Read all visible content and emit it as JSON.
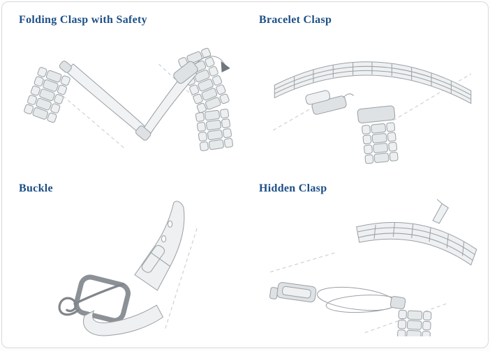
{
  "sections": [
    {
      "id": "folding-clasp-with-safety",
      "label": "Folding Clasp with Safety",
      "illustration": "folding-clasp-sketch"
    },
    {
      "id": "bracelet-clasp",
      "label": "Bracelet Clasp",
      "illustration": "bracelet-clasp-sketch"
    },
    {
      "id": "buckle",
      "label": "Buckle",
      "illustration": "buckle-sketch"
    },
    {
      "id": "hidden-clasp",
      "label": "Hidden Clasp",
      "illustration": "hidden-clasp-sketch"
    }
  ],
  "colors": {
    "label_text": "#1c4f87",
    "frame_border": "#d8d8d8",
    "background": "#ffffff",
    "sketch_stroke": "#9aa0a5",
    "sketch_fill": "#eef0f1",
    "dashed_guide": "#ccd2d6"
  }
}
